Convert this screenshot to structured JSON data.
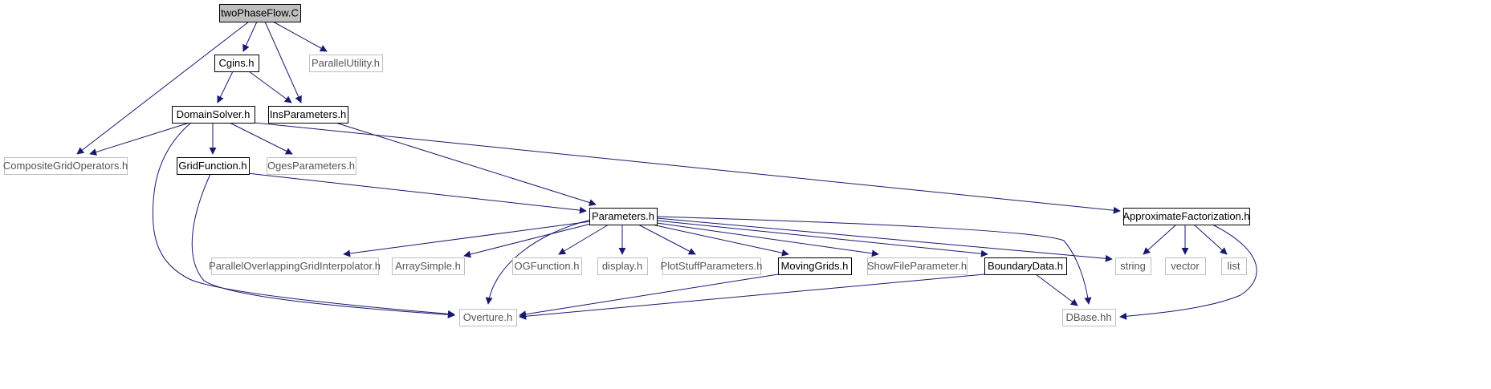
{
  "graph": {
    "colors": {
      "edge": "#191970",
      "root_fill": "#bfbfbf",
      "internal_border": "#000000",
      "external_border": "#bfbfbf",
      "internal_text": "#000000",
      "external_text": "#555555"
    },
    "nodes": [
      {
        "id": "twoPhaseFlow",
        "label": "twoPhaseFlow.C",
        "kind": "root"
      },
      {
        "id": "Cgins",
        "label": "Cgins.h",
        "kind": "internal"
      },
      {
        "id": "ParallelUtility",
        "label": "ParallelUtility.h",
        "kind": "external"
      },
      {
        "id": "DomainSolver",
        "label": "DomainSolver.h",
        "kind": "internal"
      },
      {
        "id": "InsParameters",
        "label": "InsParameters.h",
        "kind": "internal"
      },
      {
        "id": "CompositeGridOperators",
        "label": "CompositeGridOperators.h",
        "kind": "external"
      },
      {
        "id": "GridFunction",
        "label": "GridFunction.h",
        "kind": "internal"
      },
      {
        "id": "OgesParameters",
        "label": "OgesParameters.h",
        "kind": "external"
      },
      {
        "id": "Parameters",
        "label": "Parameters.h",
        "kind": "internal"
      },
      {
        "id": "ApproximateFactorization",
        "label": "ApproximateFactorization.h",
        "kind": "internal"
      },
      {
        "id": "ParallelOverlappingGridInterpolator",
        "label": "ParallelOverlappingGridInterpolator.h",
        "kind": "external"
      },
      {
        "id": "ArraySimple",
        "label": "ArraySimple.h",
        "kind": "external"
      },
      {
        "id": "OGFunction",
        "label": "OGFunction.h",
        "kind": "external"
      },
      {
        "id": "display",
        "label": "display.h",
        "kind": "external"
      },
      {
        "id": "PlotStuffParameters",
        "label": "PlotStuffParameters.h",
        "kind": "external"
      },
      {
        "id": "MovingGrids",
        "label": "MovingGrids.h",
        "kind": "internal"
      },
      {
        "id": "ShowFileParameter",
        "label": "ShowFileParameter.h",
        "kind": "external"
      },
      {
        "id": "BoundaryData",
        "label": "BoundaryData.h",
        "kind": "internal"
      },
      {
        "id": "string",
        "label": "string",
        "kind": "external"
      },
      {
        "id": "vector",
        "label": "vector",
        "kind": "external"
      },
      {
        "id": "list",
        "label": "list",
        "kind": "external"
      },
      {
        "id": "Overture",
        "label": "Overture.h",
        "kind": "external"
      },
      {
        "id": "DBase",
        "label": "DBase.hh",
        "kind": "external"
      }
    ],
    "edges": [
      [
        "twoPhaseFlow",
        "Cgins"
      ],
      [
        "twoPhaseFlow",
        "ParallelUtility"
      ],
      [
        "twoPhaseFlow",
        "InsParameters"
      ],
      [
        "twoPhaseFlow",
        "CompositeGridOperators"
      ],
      [
        "Cgins",
        "DomainSolver"
      ],
      [
        "Cgins",
        "InsParameters"
      ],
      [
        "DomainSolver",
        "CompositeGridOperators"
      ],
      [
        "DomainSolver",
        "GridFunction"
      ],
      [
        "DomainSolver",
        "OgesParameters"
      ],
      [
        "DomainSolver",
        "ApproximateFactorization"
      ],
      [
        "DomainSolver",
        "Overture"
      ],
      [
        "InsParameters",
        "Parameters"
      ],
      [
        "GridFunction",
        "Parameters"
      ],
      [
        "GridFunction",
        "Overture"
      ],
      [
        "Parameters",
        "ParallelOverlappingGridInterpolator"
      ],
      [
        "Parameters",
        "ArraySimple"
      ],
      [
        "Parameters",
        "OGFunction"
      ],
      [
        "Parameters",
        "display"
      ],
      [
        "Parameters",
        "PlotStuffParameters"
      ],
      [
        "Parameters",
        "MovingGrids"
      ],
      [
        "Parameters",
        "ShowFileParameter"
      ],
      [
        "Parameters",
        "BoundaryData"
      ],
      [
        "Parameters",
        "string"
      ],
      [
        "Parameters",
        "DBase"
      ],
      [
        "Parameters",
        "Overture"
      ],
      [
        "ApproximateFactorization",
        "string"
      ],
      [
        "ApproximateFactorization",
        "vector"
      ],
      [
        "ApproximateFactorization",
        "list"
      ],
      [
        "ApproximateFactorization",
        "DBase"
      ],
      [
        "MovingGrids",
        "Overture"
      ],
      [
        "BoundaryData",
        "Overture"
      ],
      [
        "BoundaryData",
        "DBase"
      ]
    ]
  }
}
